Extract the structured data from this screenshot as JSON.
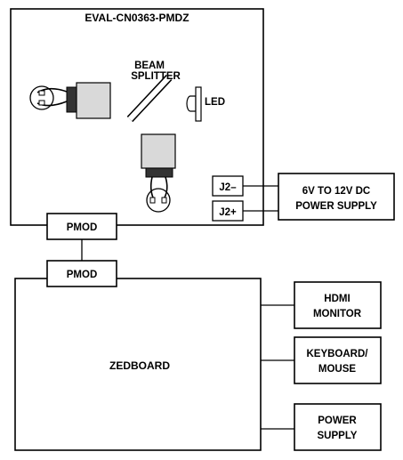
{
  "board": {
    "title": "EVAL-CN0363-PMDZ"
  },
  "beam_splitter": {
    "line1": "BEAM",
    "line2": "SPLITTER"
  },
  "led": {
    "label": "LED"
  },
  "connectors": {
    "j2_minus": "J2–",
    "j2_plus": "J2+"
  },
  "power_supply_dc": {
    "line1": "6V TO 12V DC",
    "line2": "POWER SUPPLY"
  },
  "pmod_top": {
    "label": "PMOD"
  },
  "pmod_bottom": {
    "label": "PMOD"
  },
  "zedboard": {
    "label": "ZEDBOARD"
  },
  "hdmi_monitor": {
    "line1": "HDMI",
    "line2": "MONITOR"
  },
  "keyboard_mouse": {
    "line1": "KEYBOARD/",
    "line2": "MOUSE"
  },
  "power_supply_zed": {
    "line1": "POWER",
    "line2": "SUPPLY"
  }
}
